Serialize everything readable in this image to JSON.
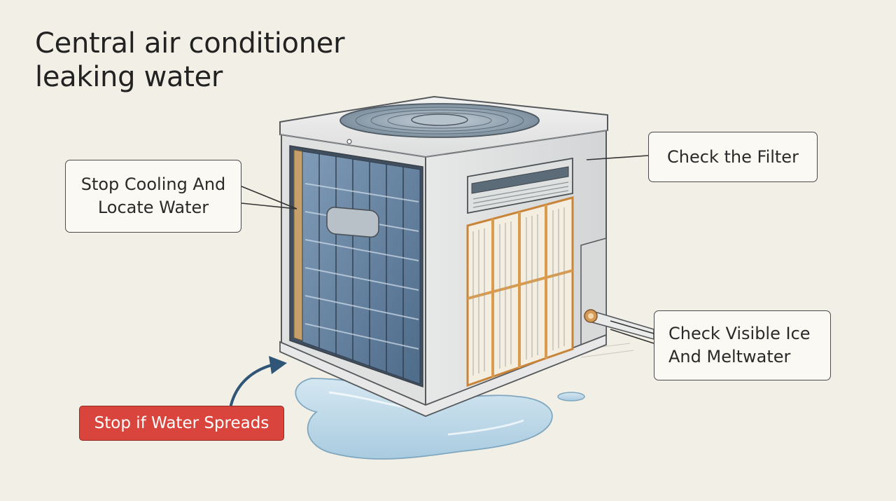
{
  "title": "Central air conditioner leaking water",
  "callouts": {
    "stop_cooling": [
      "Stop Cooling And",
      "Locate Water"
    ],
    "check_filter": "Check the Filter",
    "check_ice": [
      "Check Visible Ice",
      "And Meltwater"
    ],
    "stop_water": "Stop if Water Spreads"
  },
  "colors": {
    "background": "#f2efe6",
    "alert_red": "#d9443c",
    "coil_blue": "#5d7e9e",
    "filter_orange": "#d99b4e",
    "water_blue": "#b9d6e6"
  }
}
